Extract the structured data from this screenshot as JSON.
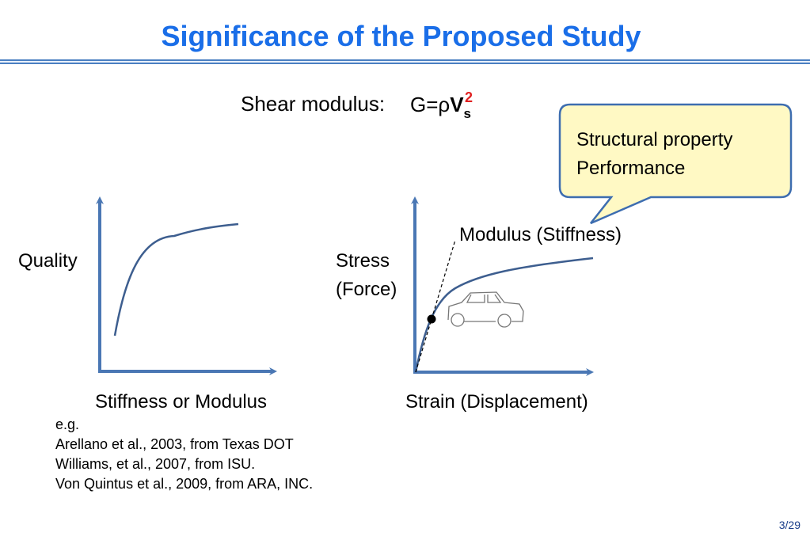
{
  "title": "Significance of the Proposed Study",
  "shear": {
    "label": "Shear modulus:",
    "eq_prefix": "G=ρ",
    "eq_v": "V",
    "eq_sub": "s",
    "eq_sup": "2"
  },
  "callout": {
    "line1": "Structural property",
    "line2": "Performance"
  },
  "left_plot": {
    "ylabel": "Quality",
    "xlabel": "Stiffness or Modulus"
  },
  "right_plot": {
    "ylabel_line1": "Stress",
    "ylabel_line2": "(Force)",
    "xlabel": "Strain (Displacement)",
    "tangent_label": "Modulus (Stiffness)"
  },
  "references": {
    "eg": "e.g.",
    "items": [
      "Arellano et al., 2003, from Texas DOT",
      "Williams, et al., 2007, from ISU.",
      "Von Quintus et al., 2009, from ARA, INC."
    ]
  },
  "page_number": "3/29",
  "colors": {
    "title": "#1a6ee8",
    "axis": "#4a77b4",
    "callout_fill": "#fff9c4",
    "callout_stroke": "#3d6db0",
    "exponent": "#e02020"
  }
}
